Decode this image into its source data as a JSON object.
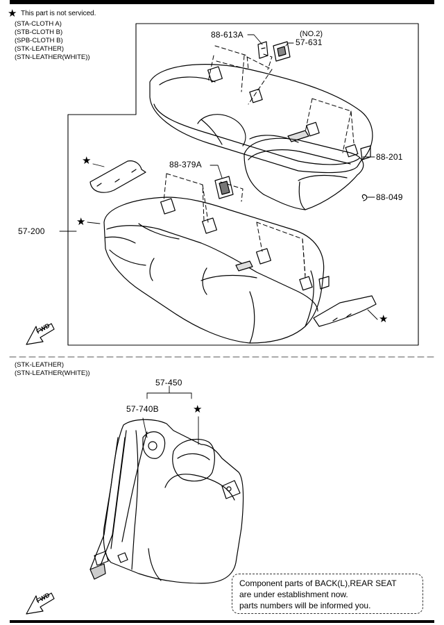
{
  "legend": {
    "star_symbol": "★",
    "star_text": "This part is not serviced.",
    "trims_top": [
      "(STA-CLOTH A)",
      "(STB-CLOTH B)",
      "(SPB-CLOTH B)",
      "(STK-LEATHER)",
      "(STN-LEATHER(WHITE))"
    ],
    "trims_bottom": [
      "(STK-LEATHER)",
      "(STN-LEATHER(WHITE))"
    ]
  },
  "callouts": {
    "p88_613A": "88-613A",
    "no2": "(NO.2)",
    "p57_631": "57-631",
    "p88_201": "88-201",
    "p88_379A": "88-379A",
    "p88_049": "88-049",
    "p57_200": "57-200",
    "p57_450": "57-450",
    "p57_740B": "57-740B"
  },
  "fwd_label": "FWD",
  "note_box": {
    "lines": [
      "Component parts of BACK(L),REAR SEAT",
      "are under establishment now.",
      "parts numbers will be informed you."
    ]
  }
}
